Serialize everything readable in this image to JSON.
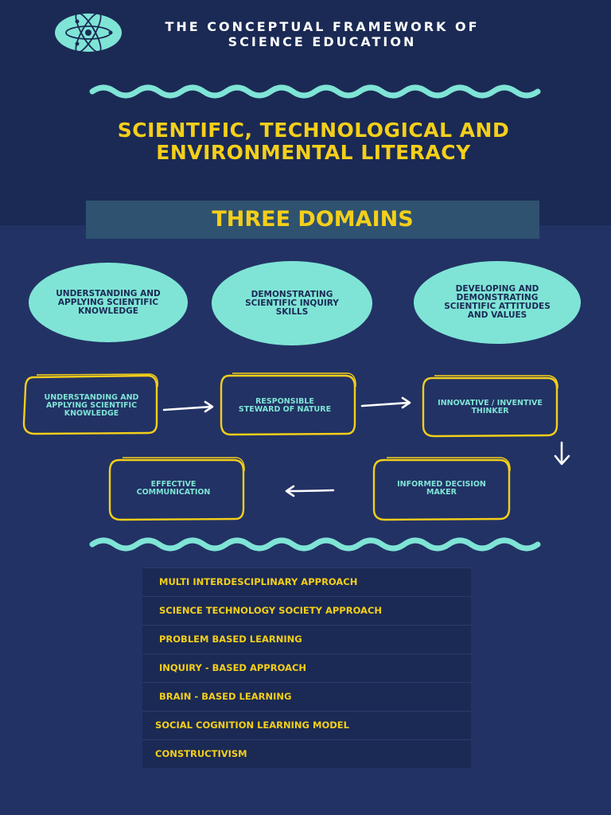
{
  "header": {
    "title": "THE CONCEPTUAL FRAMEWORK OF SCIENCE EDUCATION"
  },
  "logo": {
    "icon": "atom-icon"
  },
  "main_title": "SCIENTIFIC, TECHNOLOGICAL AND ENVIRONMENTAL LITERACY",
  "domains": {
    "title": "THREE DOMAINS",
    "items": [
      {
        "label": "UNDERSTANDING AND APPLYING SCIENTIFIC KNOWLEDGE"
      },
      {
        "label": "DEMONSTRATING SCIENTIFIC INQUIRY SKILLS"
      },
      {
        "label": "DEVELOPING AND DEMONSTRATING SCIENTIFIC ATTITUDES AND VALUES"
      }
    ]
  },
  "flow": {
    "boxes": [
      {
        "label": "UNDERSTANDING AND APPLYING SCIENTIFIC KNOWLEDGE"
      },
      {
        "label": "RESPONSIBLE STEWARD OF NATURE"
      },
      {
        "label": "INNOVATIVE / INVENTIVE THINKER"
      },
      {
        "label": "INFORMED DECISION MAKER"
      },
      {
        "label": "EFFECTIVE COMMUNICATION"
      }
    ]
  },
  "approaches": {
    "items": [
      {
        "label": "MULTI INTERDESCIPLINARY APPROACH"
      },
      {
        "label": "SCIENCE TECHNOLOGY SOCIETY APPROACH"
      },
      {
        "label": "PROBLEM BASED LEARNING"
      },
      {
        "label": "INQUIRY - BASED APPROACH"
      },
      {
        "label": "BRAIN - BASED LEARNING"
      },
      {
        "label": "SOCIAL COGNITION LEARNING MODEL"
      },
      {
        "label": "CONSTRUCTIVISM"
      }
    ]
  },
  "colors": {
    "background": "#223264",
    "header_band": "#1b2a54",
    "accent_teal": "#7fe4d6",
    "accent_yellow": "#f4cf1a",
    "banner": "#2e5270"
  }
}
